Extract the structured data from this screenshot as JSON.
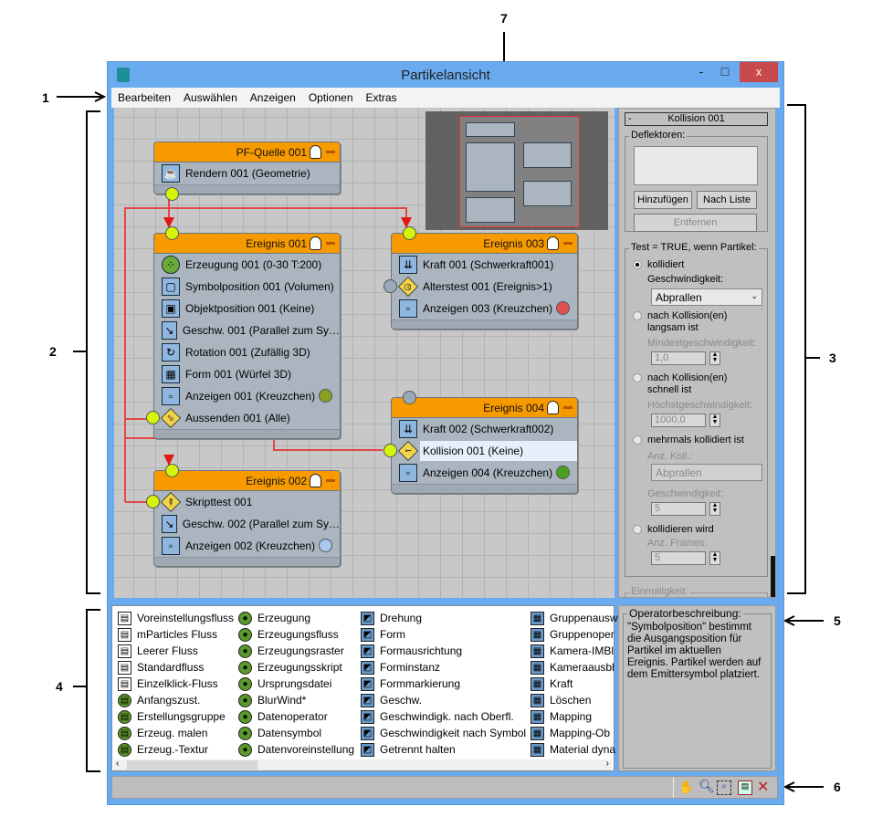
{
  "window": {
    "title": "Partikelansicht",
    "close": "x",
    "minimize": "-",
    "maximize": "□"
  },
  "menu": [
    "Bearbeiten",
    "Auswählen",
    "Anzeigen",
    "Optionen",
    "Extras"
  ],
  "nodes": [
    {
      "id": "pf-quelle-001",
      "title": "PF-Quelle 001",
      "rows": [
        {
          "label": "Rendern 001 (Geometrie)",
          "icon": "teapot-icon",
          "glyph": "☕"
        }
      ]
    },
    {
      "id": "ereignis-001",
      "title": "Ereignis 001",
      "rows": [
        {
          "label": "Erzeugung 001 (0-30 T:200)",
          "icon": "birth-icon",
          "glyph": "⁘",
          "shape": "round"
        },
        {
          "label": "Symbolposition 001 (Volumen)",
          "icon": "position-icon",
          "glyph": "▢"
        },
        {
          "label": "Objektposition 001 (Keine)",
          "icon": "position-object-icon",
          "glyph": "▣"
        },
        {
          "label": "Geschw. 001 (Parallel zum Sy…",
          "icon": "speed-icon",
          "glyph": "↘"
        },
        {
          "label": "Rotation 001 (Zufällig 3D)",
          "icon": "rotation-icon",
          "glyph": "↻"
        },
        {
          "label": "Form 001 (Würfel 3D)",
          "icon": "shape-icon",
          "glyph": "▦"
        },
        {
          "label": "Anzeigen 001 (Kreuzchen)",
          "icon": "display-icon",
          "glyph": "▫",
          "status": "#8aa020"
        },
        {
          "label": "Aussenden 001 (Alle)",
          "icon": "send-out-icon",
          "glyph": "⇨",
          "shape": "diamond",
          "output": true
        }
      ]
    },
    {
      "id": "ereignis-003",
      "title": "Ereignis 003",
      "rows": [
        {
          "label": "Kraft 001 (Schwerkraft001)",
          "icon": "force-icon",
          "glyph": "⇊"
        },
        {
          "label": "Alterstest 001 (Ereignis>1)",
          "icon": "age-test-icon",
          "glyph": "◷",
          "shape": "diamond",
          "greyout": true
        },
        {
          "label": "Anzeigen 003 (Kreuzchen)",
          "icon": "display-icon",
          "glyph": "▫",
          "status": "#e05050"
        }
      ]
    },
    {
      "id": "ereignis-004",
      "title": "Ereignis 004",
      "rows": [
        {
          "label": "Kraft 002 (Schwerkraft002)",
          "icon": "force-icon",
          "glyph": "⇊"
        },
        {
          "label": "Kollision 001 (Keine)",
          "icon": "collision-icon",
          "glyph": "✓",
          "shape": "diamond",
          "output": true,
          "selected": true
        },
        {
          "label": "Anzeigen 004 (Kreuzchen)",
          "icon": "display-icon",
          "glyph": "▫",
          "status": "#4aa020"
        }
      ]
    },
    {
      "id": "ereignis-002",
      "title": "Ereignis 002",
      "rows": [
        {
          "label": "Skripttest 001",
          "icon": "script-test-icon",
          "glyph": "✎",
          "shape": "diamond",
          "output": true
        },
        {
          "label": "Geschw. 002 (Parallel zum Sy…",
          "icon": "speed-icon",
          "glyph": "↘"
        },
        {
          "label": "Anzeigen 002 (Kreuzchen)",
          "icon": "display-icon",
          "glyph": "▫",
          "status": "#a8c8f0"
        }
      ]
    }
  ],
  "panel": {
    "rollout": "Kollision 001",
    "rollout_toggle": "-",
    "deflectors_label": "Deflektoren:",
    "add": "Hinzufügen",
    "by_list": "Nach Liste",
    "remove": "Entfernen",
    "test_label": "Test = TRUE, wenn Partikel:",
    "opt1": "kollidiert",
    "speed_label": "Geschwindigkeit:",
    "speed_value": "Abprallen",
    "opt2a": "nach Kollision(en)",
    "opt2b": "langsam ist",
    "min_speed_label": "Mindestgeschwindigkeit:",
    "min_speed": "1,0",
    "opt3a": "nach Kollision(en)",
    "opt3b": "schnell ist",
    "max_speed_label": "Höchstgeschwindigkeit:",
    "max_speed": "1000,0",
    "opt4": "mehrmals kollidiert ist",
    "num_coll_label": "Anz. Koll.:",
    "num_coll_value": "Abprallen",
    "speed2_label": "Geschwindigkeit:",
    "speed2": "5",
    "opt5": "kollidieren wird",
    "frames_label": "Anz. Frames:",
    "frames": "5",
    "once_label": "Einmaligkeit:"
  },
  "depot": [
    [
      "Voreinstellungsfluss",
      "mParticles Fluss",
      "Leerer Fluss",
      "Standardfluss",
      "Einzelklick-Fluss",
      "Anfangszust.",
      "Erstellungsgruppe",
      "Erzeug. malen",
      "Erzeug.-Textur"
    ],
    [
      "Erzeugung",
      "Erzeugungsfluss",
      "Erzeugungsraster",
      "Erzeugungsskript",
      "Ursprungsdatei",
      "BlurWind*",
      "Datenoperator",
      "Datensymbol",
      "Datenvoreinstellung"
    ],
    [
      "Drehung",
      "Form",
      "Formausrichtung",
      "Forminstanz",
      "Formmarkierung",
      "Geschw.",
      "Geschwindigk. nach Oberfl.",
      "Geschwindigkeit nach Symbol",
      "Getrennt halten"
    ],
    [
      "Gruppenausw",
      "Gruppenoper",
      "Kamera-IMBl",
      "Kameraausbl",
      "Kraft",
      "Löschen",
      "Mapping",
      "Mapping-Ob",
      "Material dyna"
    ]
  ],
  "description": {
    "label": "Operatorbeschreibung:",
    "text": "\"Symbolposition\" bestimmt die Ausgangsposition für Partikel im aktuellen Ereignis. Partikel werden auf dem Emittersymbol platziert."
  },
  "annotations": [
    "1",
    "2",
    "3",
    "4",
    "5",
    "6",
    "7"
  ]
}
